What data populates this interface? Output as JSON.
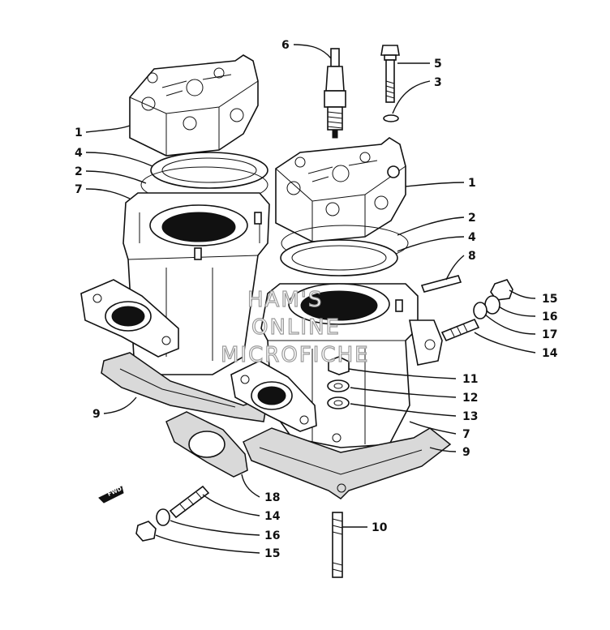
{
  "labels": {
    "l1a": "1",
    "l1b": "1",
    "l2a": "2",
    "l2b": "2",
    "l3": "3",
    "l4a": "4",
    "l4b": "4",
    "l5": "5",
    "l6": "6",
    "l7a": "7",
    "l7b": "7",
    "l8": "8",
    "l9a": "9",
    "l9b": "9",
    "l10": "10",
    "l11": "11",
    "l12": "12",
    "l13": "13",
    "l14a": "14",
    "l14b": "14",
    "l15a": "15",
    "l15b": "15",
    "l16a": "16",
    "l16b": "16",
    "l17": "17",
    "l18": "18"
  },
  "watermark": {
    "line1": "HAM'S",
    "line2": "ONLINE",
    "line3": "MICROFICHE"
  },
  "fwd_arrow": "FWD"
}
